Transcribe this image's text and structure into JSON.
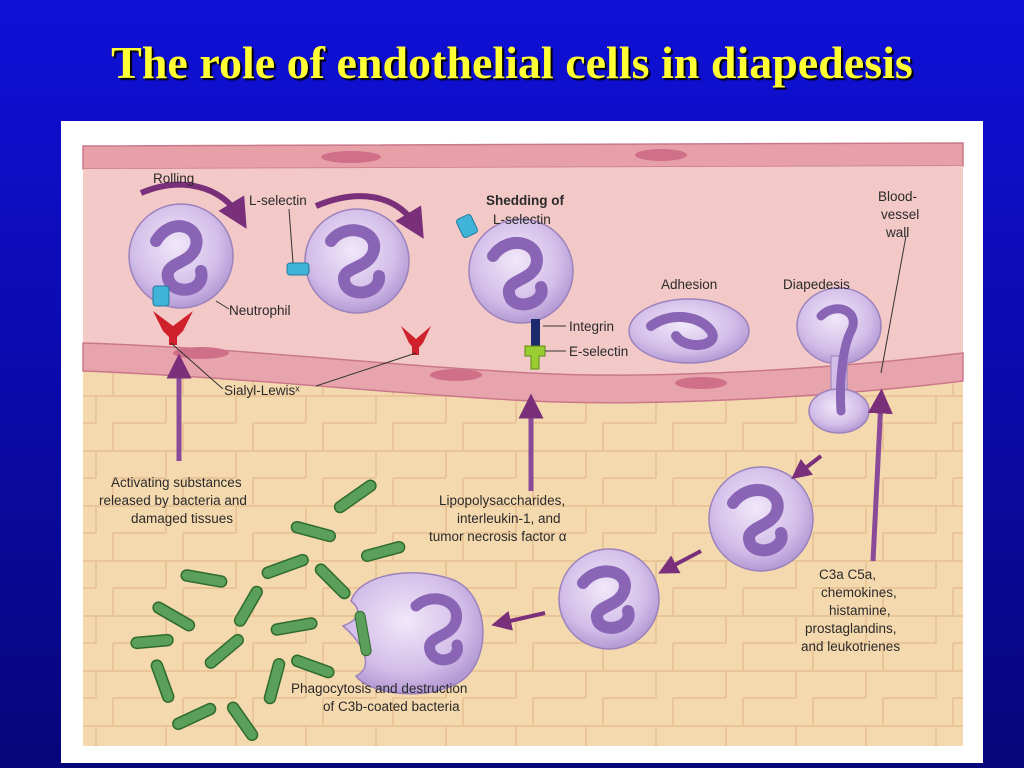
{
  "slide": {
    "title": "The role of endothelial cells in diapedesis"
  },
  "figure": {
    "labels": {
      "rolling": "Rolling",
      "l_selectin": "L-selectin",
      "neutrophil": "Neutrophil",
      "sialyl_lewis": "Sialyl-Lewisˣ",
      "shedding_1": "Shedding of",
      "shedding_2": "L-selectin",
      "integrin": "Integrin",
      "e_selectin": "E-selectin",
      "adhesion": "Adhesion",
      "diapedesis": "Diapedesis",
      "vessel_1": "Blood-",
      "vessel_2": "vessel",
      "vessel_3": "wall",
      "activating_1": "Activating substances",
      "activating_2": "released by bacteria and",
      "activating_3": "damaged tissues",
      "lps_1": "Lipopolysaccharides,",
      "lps_2": "interleukin-1, and",
      "lps_3": "tumor necrosis factor α",
      "c3a_1": "C3a  C5a,",
      "c3a_2": "chemokines,",
      "c3a_3": "histamine,",
      "c3a_4": "prostaglandins,",
      "c3a_5": "and leukotrienes",
      "phago_1": "Phagocytosis and destruction",
      "phago_2": "of C3b-coated bacteria"
    },
    "colors": {
      "vessel_lumen": "#f2c6c4",
      "vessel_wall": "#e8a3a9",
      "tissue": "#f3d3a6",
      "cell_body": "#d9c8ec",
      "nucleus": "#9d7cc4",
      "arrow": "#7a2f7a",
      "receptor_red": "#d0202c",
      "lselectin_cyan": "#3fb3d8",
      "eselectin_green": "#9acd32",
      "bacteria": "#5aa05a"
    }
  }
}
